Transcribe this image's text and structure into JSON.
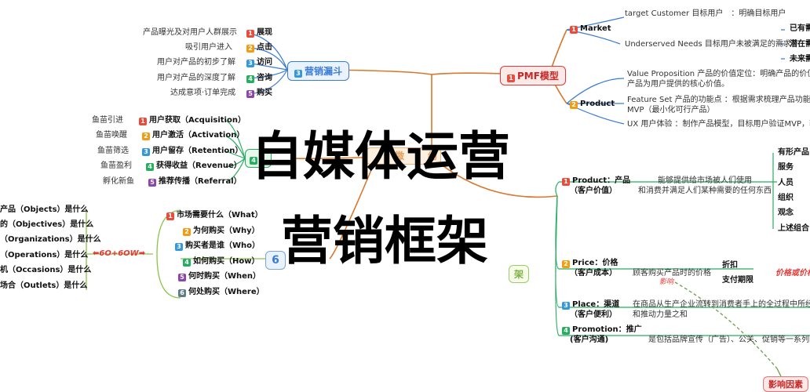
{
  "overlay": {
    "line1": "自媒体运营",
    "line2": "营销框架"
  },
  "funnel": {
    "title": "营销漏斗",
    "items": [
      {
        "num": "1",
        "label": "展现",
        "desc": "产品曝光及对用户人群展示"
      },
      {
        "num": "2",
        "label": "点击",
        "desc": "吸引用户进入"
      },
      {
        "num": "3",
        "label": "访问",
        "desc": "用户对产品的初步了解"
      },
      {
        "num": "4",
        "label": "咨询",
        "desc": "用户对产品的深度了解"
      },
      {
        "num": "5",
        "label": "购买",
        "desc": "达成意项·订单完成"
      }
    ]
  },
  "aarrr": {
    "items": [
      {
        "num": "1",
        "label": "用户获取（Acquisition）",
        "desc": "鱼苗引进"
      },
      {
        "num": "2",
        "label": "用户激活（Activation）",
        "desc": "鱼苗唤醒"
      },
      {
        "num": "3",
        "label": "用户留存（Retention）",
        "desc": "鱼苗筛选"
      },
      {
        "num": "4",
        "label": "获得收益（Revenue）",
        "desc": "鱼苗盈利"
      },
      {
        "num": "5",
        "label": "推荐传播（Referral）",
        "desc": "孵化新鱼"
      }
    ]
  },
  "six_o": {
    "tag": "⬅6O+6OW➡",
    "node_digit": "6",
    "left_items": [
      "产品（Objects）是什么",
      "的（Objectives）是什么",
      "（Organizations）是什么",
      "（Operations）是什么",
      "机（Occasions）是什么",
      "场合（Outlets）是什么"
    ],
    "w_items": [
      {
        "num": "1",
        "label": "市场需要什么（What）"
      },
      {
        "num": "2",
        "label": "为何购买（Why）"
      },
      {
        "num": "3",
        "label": "购买者是谁（Who）"
      },
      {
        "num": "4",
        "label": "如何购买（How）"
      },
      {
        "num": "5",
        "label": "何时购买（When）"
      },
      {
        "num": "6",
        "label": "何处购买（Where）"
      }
    ]
  },
  "pmf": {
    "title": "PMF模型",
    "market": {
      "num": "1",
      "label": "Market",
      "desc1": "target Customer 目标用户　：明确目标用户",
      "desc2": "Underserved Needs 目标用户未被满足的需求",
      "tags": [
        "已有需",
        "潜在需",
        "未来需"
      ]
    },
    "product": {
      "num": "2",
      "label": "Product",
      "d1a": "Value Proposition 产品的价值定位：明确产品的价值定位",
      "d1b": "产品为用户提供的核心价值。",
      "d2a": "Feature Set 产品的功能点 ：根据需求梳理产品功能点，确",
      "d2b": "MVP（最小化可行产品）",
      "d3": "UX 用户体验 ：制作产品模型，目标用户验证MVP，获取用"
    }
  },
  "four_p": {
    "node_suffix": "架",
    "product": {
      "num": "1",
      "label": "Product：产品",
      "sub": "（客户价值）",
      "desc1": "能够提供给市场被人们使用",
      "desc2": "和消费并满足人们某种需要的任何东西",
      "tags": [
        "有形产品",
        "服务",
        "人员",
        "组织",
        "观念",
        "上述组合"
      ]
    },
    "price": {
      "num": "2",
      "label": "Price：价格",
      "sub": "（客户成本）",
      "desc": "顾客购买产品时的价格",
      "tags": [
        "折扣",
        "支付期限"
      ],
      "note": "价格或价格"
    },
    "place": {
      "num": "3",
      "label": "Place：渠道",
      "sub": "（客户便利）",
      "desc1": "在商品从生产企业流转到消费者手上的全过程中所经历的",
      "desc2": "和推动力量之和"
    },
    "promotion": {
      "num": "4",
      "label": "Promotion：推广",
      "sub": "(客户沟通)",
      "desc": "是包括品牌宣传（广告）、公关、促销等一系列的营"
    },
    "influence_small": "影响",
    "influence": "影响因素"
  },
  "hidden": {
    "top": "微",
    "top2": "约",
    "left": "4"
  }
}
